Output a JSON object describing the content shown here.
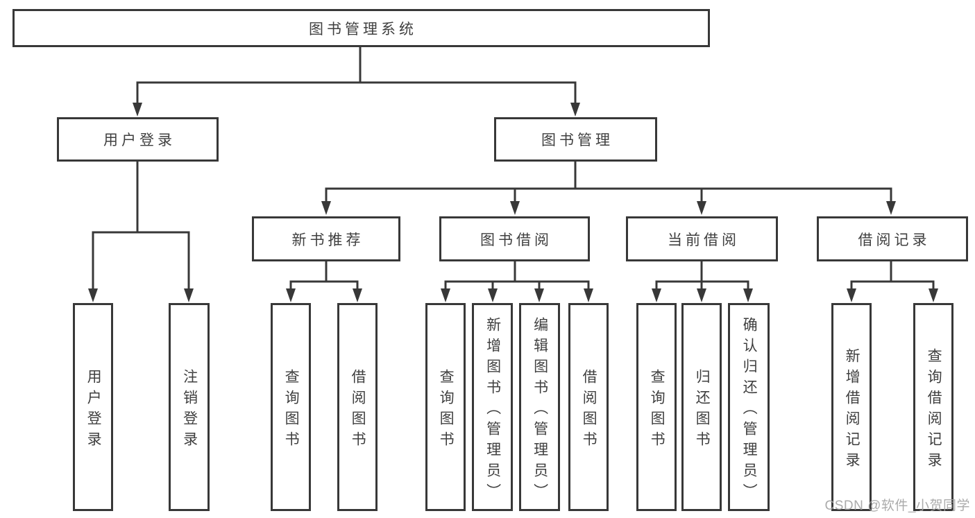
{
  "root": {
    "label": "图书管理系统"
  },
  "branches": [
    {
      "label": "用户登录",
      "leaves": [
        {
          "label": "用户登录"
        },
        {
          "label": "注销登录"
        }
      ]
    },
    {
      "label": "图书管理",
      "groups": [
        {
          "label": "新书推荐",
          "leaves": [
            {
              "label": "查询图书"
            },
            {
              "label": "借阅图书"
            }
          ]
        },
        {
          "label": "图书借阅",
          "leaves": [
            {
              "label": "查询图书"
            },
            {
              "label": "新增图书（管理员）"
            },
            {
              "label": "编辑图书（管理员）"
            },
            {
              "label": "借阅图书"
            }
          ]
        },
        {
          "label": "当前借阅",
          "leaves": [
            {
              "label": "查询图书"
            },
            {
              "label": "归还图书"
            },
            {
              "label": "确认归还（管理员）"
            }
          ]
        },
        {
          "label": "借阅记录",
          "leaves": [
            {
              "label": "新增借阅记录"
            },
            {
              "label": "查询借阅记录"
            }
          ]
        }
      ]
    }
  ],
  "watermark": {
    "text": "CSDN @软件_小贺同学"
  }
}
